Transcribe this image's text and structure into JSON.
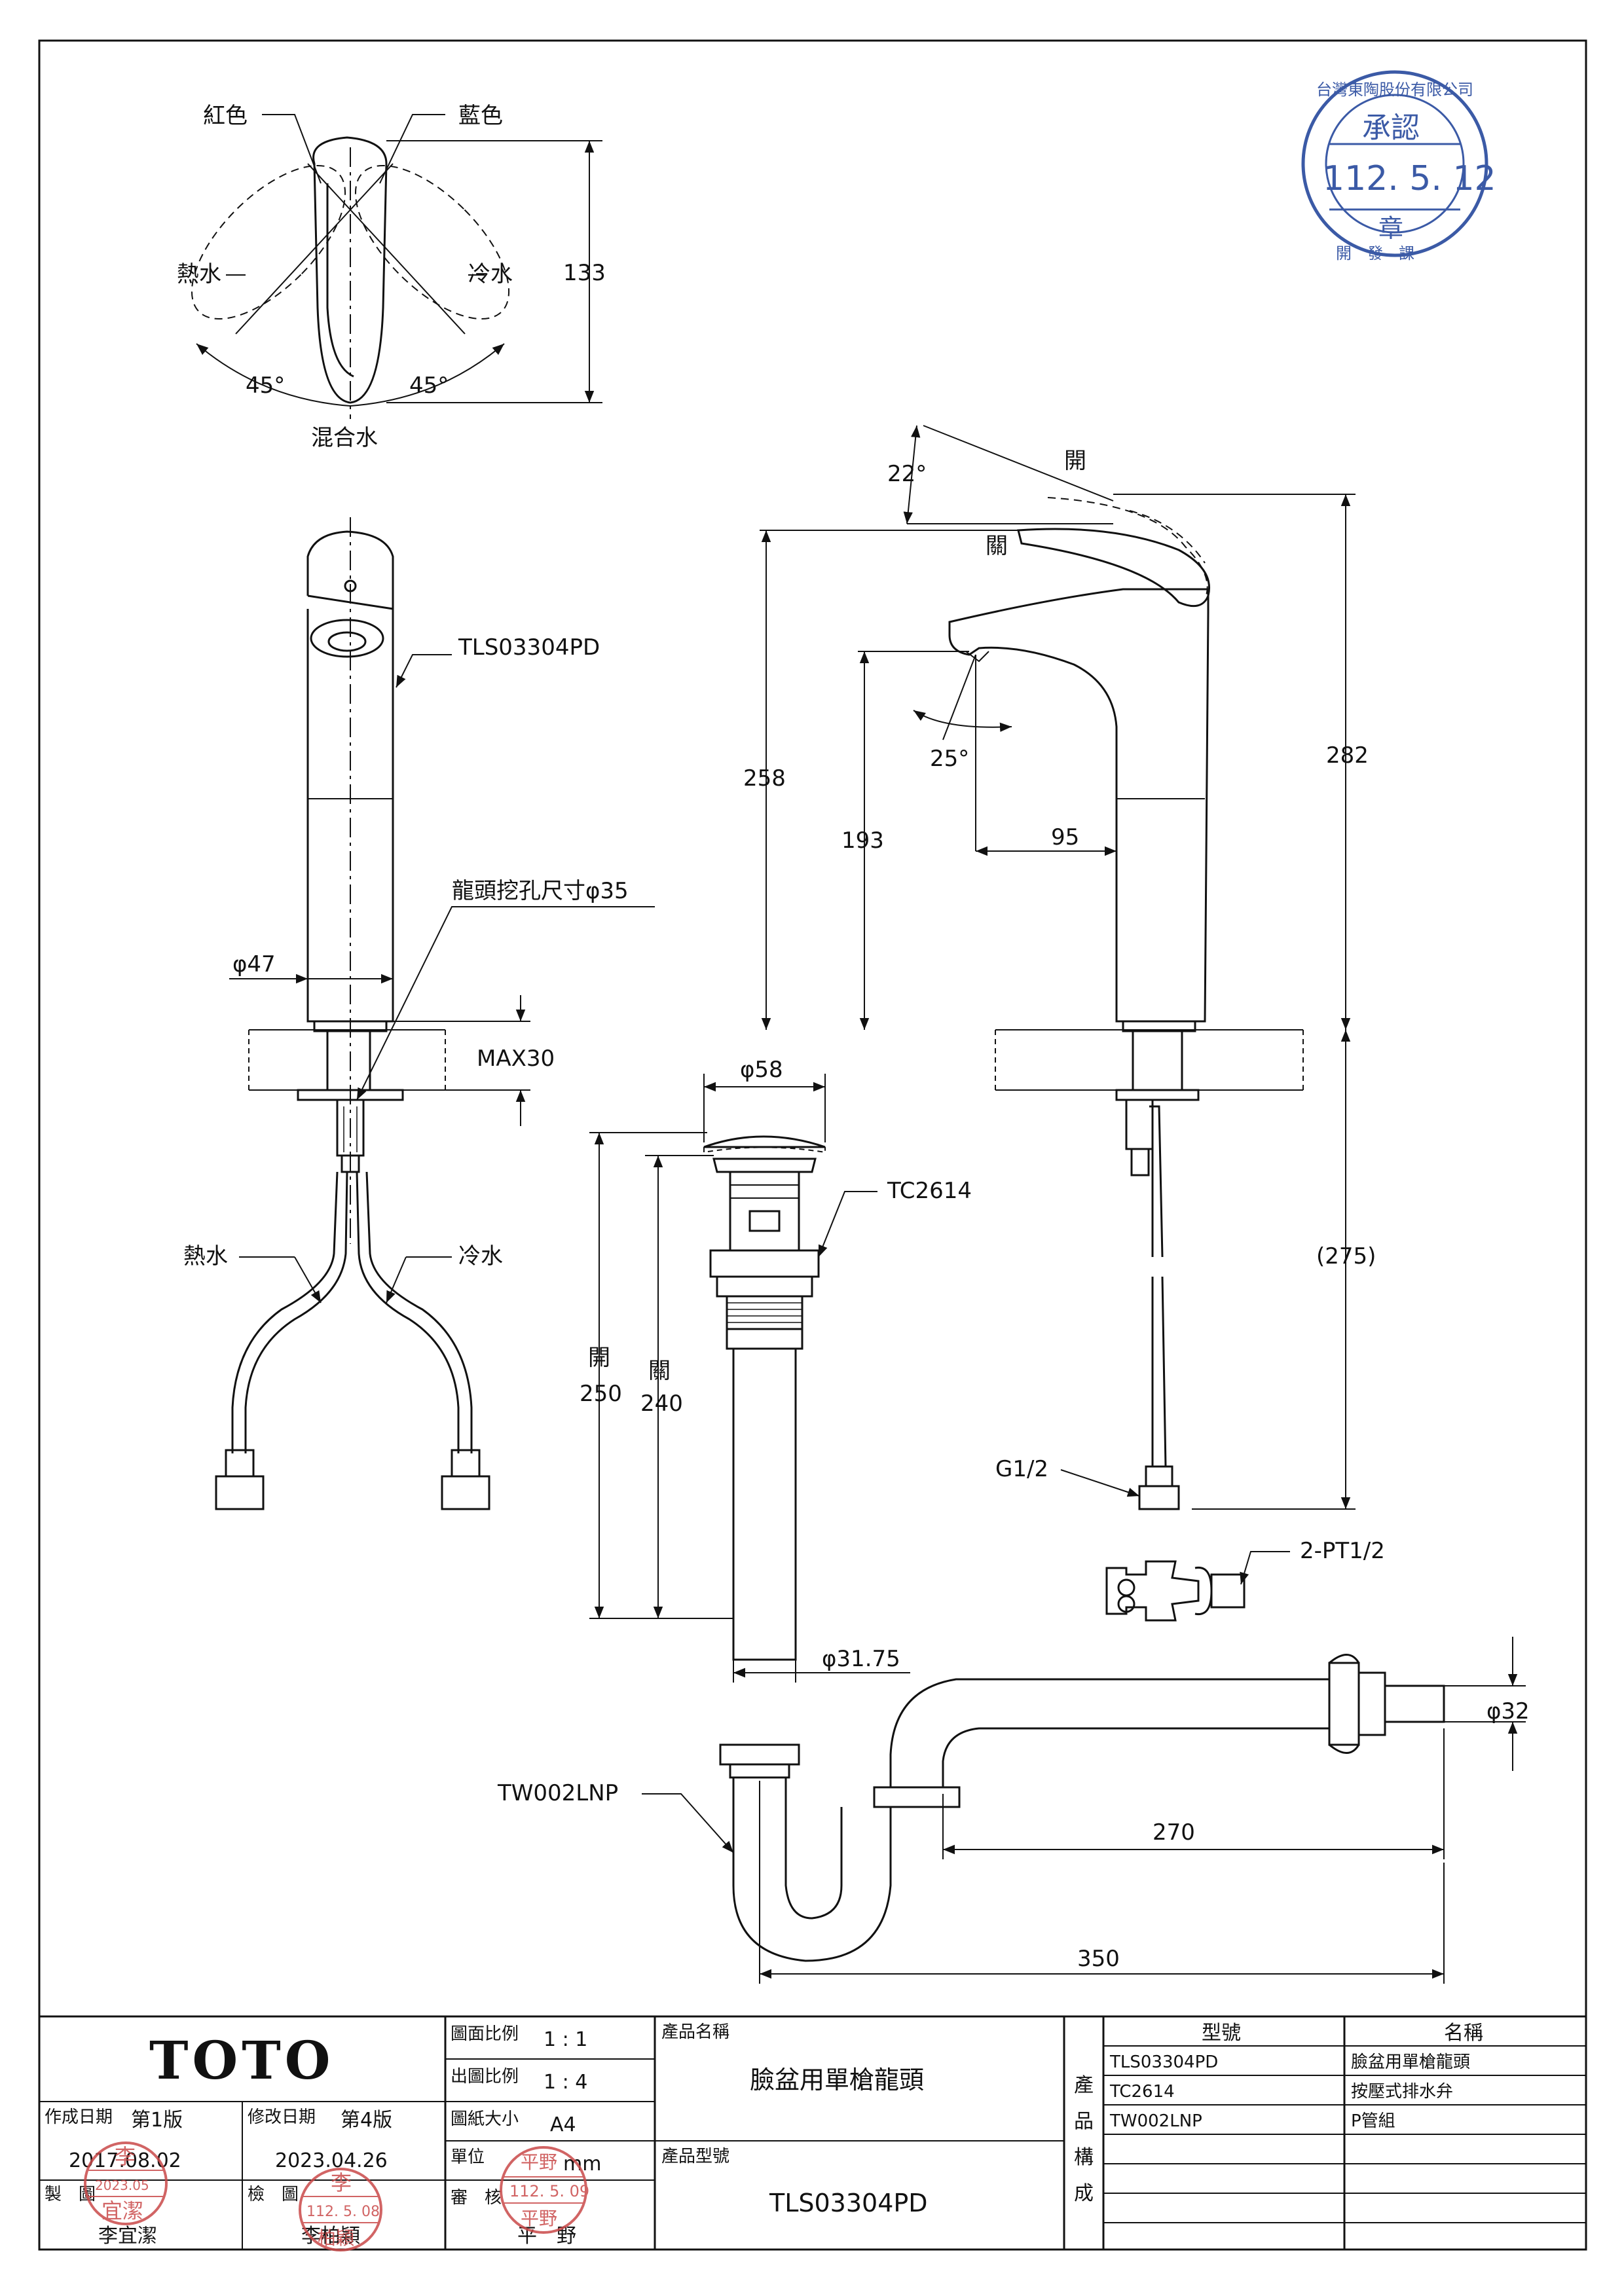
{
  "drawing": {
    "top_view": {
      "red": "紅色",
      "blue": "藍色",
      "hot": "熱水",
      "cold": "冷水",
      "mixed": "混合水",
      "angle_left": "45°",
      "angle_right": "45°",
      "height": "133"
    },
    "front_view": {
      "model": "TLS03304PD",
      "hole": "龍頭挖孔尺寸φ35",
      "dia": "φ47",
      "max": "MAX30",
      "hot": "熱水",
      "cold": "冷水"
    },
    "side_view": {
      "angle_open": "22°",
      "open": "開",
      "close": "關",
      "h258": "258",
      "h282": "282",
      "h193": "193",
      "angle_spout": "25°",
      "reach": "95",
      "hose": "(275)",
      "g12": "G1/2",
      "pt": "2-PT1/2"
    },
    "drain": {
      "dia_top": "φ58",
      "model": "TC2614",
      "open": "開",
      "open_len": "250",
      "close": "關",
      "close_len": "240",
      "dia_pipe": "φ31.75"
    },
    "ptrap": {
      "model": "TW002LNP",
      "dia": "φ32",
      "len270": "270",
      "len350": "350"
    }
  },
  "title_block": {
    "logo": "TOTO",
    "created_label": "作成日期",
    "created_ver": "第1版",
    "created_date": "2017.08.02",
    "modified_label": "修改日期",
    "modified_ver": "第4版",
    "modified_date": "2023.04.26",
    "drawn_label": "製　圖",
    "drawn_name": "李宜潔",
    "checked_label": "檢　圖",
    "checked_name": "李柏穎",
    "reviewed_label": "審　核",
    "reviewed_name": "平　野",
    "scale_label": "圖面比例",
    "scale": "1 : 1",
    "out_scale_label": "出圖比例",
    "out_scale": "1 : 4",
    "paper_label": "圖紙大小",
    "paper": "A4",
    "unit_label": "單位",
    "unit": "mm",
    "product_name_label": "產品名稱",
    "product_name": "臉盆用單槍龍頭",
    "product_model_label": "產品型號",
    "product_model": "TLS03304PD",
    "composition_label": [
      "產",
      "品",
      "構",
      "成"
    ],
    "comp_header_model": "型號",
    "comp_header_name": "名稱",
    "components": [
      {
        "model": "TLS03304PD",
        "name": "臉盆用單槍龍頭"
      },
      {
        "model": "TC2614",
        "name": "按壓式排水弁"
      },
      {
        "model": "TW002LNP",
        "name": "P管組"
      }
    ]
  },
  "stamps": {
    "approval": {
      "company": "台灣東陶股份有限公司",
      "title": "承認",
      "date": "112. 5. 12",
      "seal": "章",
      "dept": "開　發　課"
    },
    "drawn_stamp": {
      "top": "李",
      "date": "2023.05",
      "name": "宜潔"
    },
    "checked_stamp": {
      "top": "李",
      "date": "112. 5. 08",
      "name": "柏穎"
    },
    "reviewed_stamp": {
      "top": "平野",
      "date": "112. 5. 09",
      "name": "平野"
    }
  },
  "colors": {
    "line": "#111111",
    "stamp_red": "#c94a4a",
    "stamp_blue": "#3b5aa6"
  }
}
